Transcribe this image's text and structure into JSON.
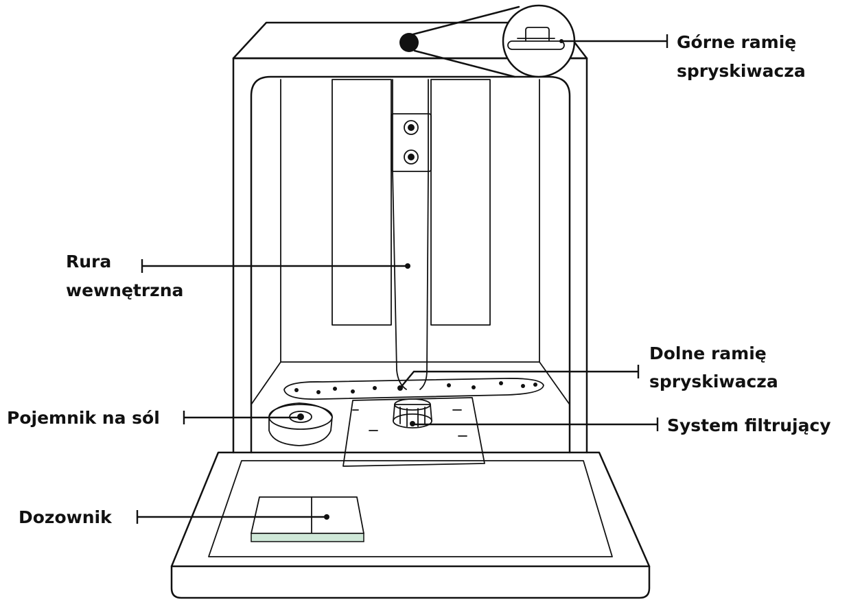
{
  "labels": {
    "upper_arm_line1": "Górne ramię",
    "upper_arm_line2": "spryskiwacza",
    "inner_pipe_line1": "Rura",
    "inner_pipe_line2": "wewnętrzna",
    "lower_arm_line1": "Dolne ramię",
    "lower_arm_line2": "spryskiwacza",
    "salt_container": "Pojemnik na sól",
    "filter_system": "System filtrujący",
    "dispenser": "Dozownik"
  },
  "colors": {
    "line": "#111111",
    "dispenser_strip": "#cfe8d8",
    "background": "#ffffff"
  }
}
